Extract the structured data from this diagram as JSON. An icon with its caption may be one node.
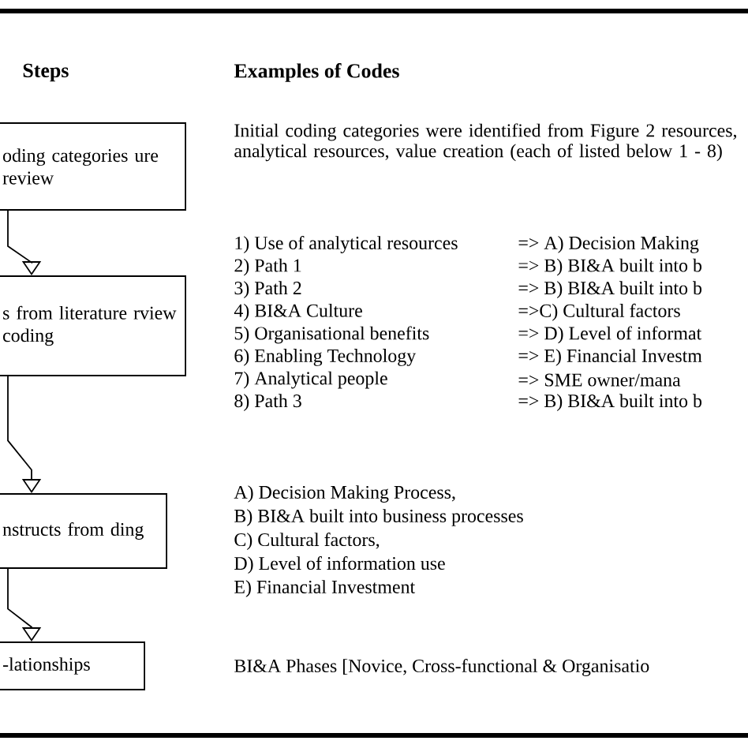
{
  "diagram": {
    "nodes": [
      {
        "text": [
          "oding categories ure review"
        ]
      },
      {
        "text": [
          "s from literature rview coding"
        ]
      },
      {
        "text": [
          "nstructs from ding"
        ]
      },
      {
        "text": [
          "-lationships"
        ]
      }
    ],
    "edges": [
      {
        "from": 0,
        "to": 1,
        "arrow": "to"
      },
      {
        "from": 1,
        "to": 2,
        "arrow": "to"
      },
      {
        "from": 2,
        "to": 3,
        "arrow": "to"
      }
    ],
    "labels": [
      "Steps",
      "Examples of Codes",
      "Initial coding categories were identified from Figure 2 resources, analytical resources, value creation (each of listed below 1 - 8)",
      "1) Use of analytical resources",
      "=> A) Decision Making",
      "2) Path 1",
      "=> B) BI&A built into b",
      "3) Path 2",
      "=> B) BI&A built into b",
      "4) BI&A Culture",
      "=>C) Cultural factors",
      "5) Organisational benefits",
      "=> D) Level of informat",
      "6) Enabling Technology",
      "=> E) Financial Investm",
      "7) Analytical people",
      "=>     SME owner/mana",
      "8) Path 3",
      "=> B) BI&A built into b",
      "A)  Decision Making Process,",
      "B)  BI&A built into business processes",
      "C) Cultural factors,",
      "D) Level of information use",
      "E)  Financial Investment",
      "BI&A Phases [Novice, Cross-functional & Organisatio"
    ]
  }
}
